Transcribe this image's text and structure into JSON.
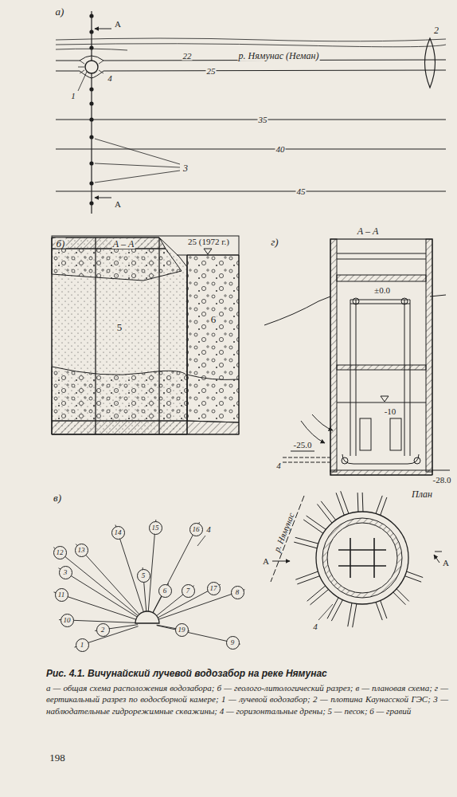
{
  "diagram": {
    "title": "Рис. 4.1. Вичунайский лучевой водозабор на реке Нямунас",
    "caption": "а — общая схема расположения водозабора; б — геолого-литологический разрез; в — плановая схема; г — вертикальный разрез по водосборной камере; 1 — лучевой водозабор; 2 — плотина Каунасской ГЭС; 3 — наблюдательные гидрорежимные скважины; 4 — горизонтальные дрены; 5 — песок; 6 — гравий",
    "nodes": [
      {
        "text": [
          "14"
        ]
      },
      {
        "text": [
          "15"
        ]
      },
      {
        "text": [
          "16"
        ]
      },
      {
        "text": [
          "12"
        ]
      },
      {
        "text": [
          "13"
        ]
      },
      {
        "text": [
          "3"
        ]
      },
      {
        "text": [
          "5"
        ]
      },
      {
        "text": [
          "6"
        ]
      },
      {
        "text": [
          "7"
        ]
      },
      {
        "text": [
          "17"
        ]
      },
      {
        "text": [
          "8"
        ]
      },
      {
        "text": [
          "11"
        ]
      },
      {
        "text": [
          "10"
        ]
      },
      {
        "text": [
          "2"
        ]
      },
      {
        "text": [
          "19"
        ]
      },
      {
        "text": [
          "1"
        ]
      },
      {
        "text": [
          "9"
        ]
      }
    ],
    "labels": [
      "а)",
      "А",
      "2",
      "22",
      "р. Нямунас (Неман)",
      "4",
      "25",
      "1",
      "35",
      "3",
      "40",
      "45",
      "А",
      "б)",
      "А – А",
      "25 (1972 г.)",
      "5",
      "6",
      "г)",
      "А – А",
      "±0.0",
      "-10",
      "-25.0",
      "4",
      "-28.0",
      "в)",
      "4",
      "План",
      "р. Нямунас",
      "А",
      "А",
      "4",
      "198"
    ]
  }
}
